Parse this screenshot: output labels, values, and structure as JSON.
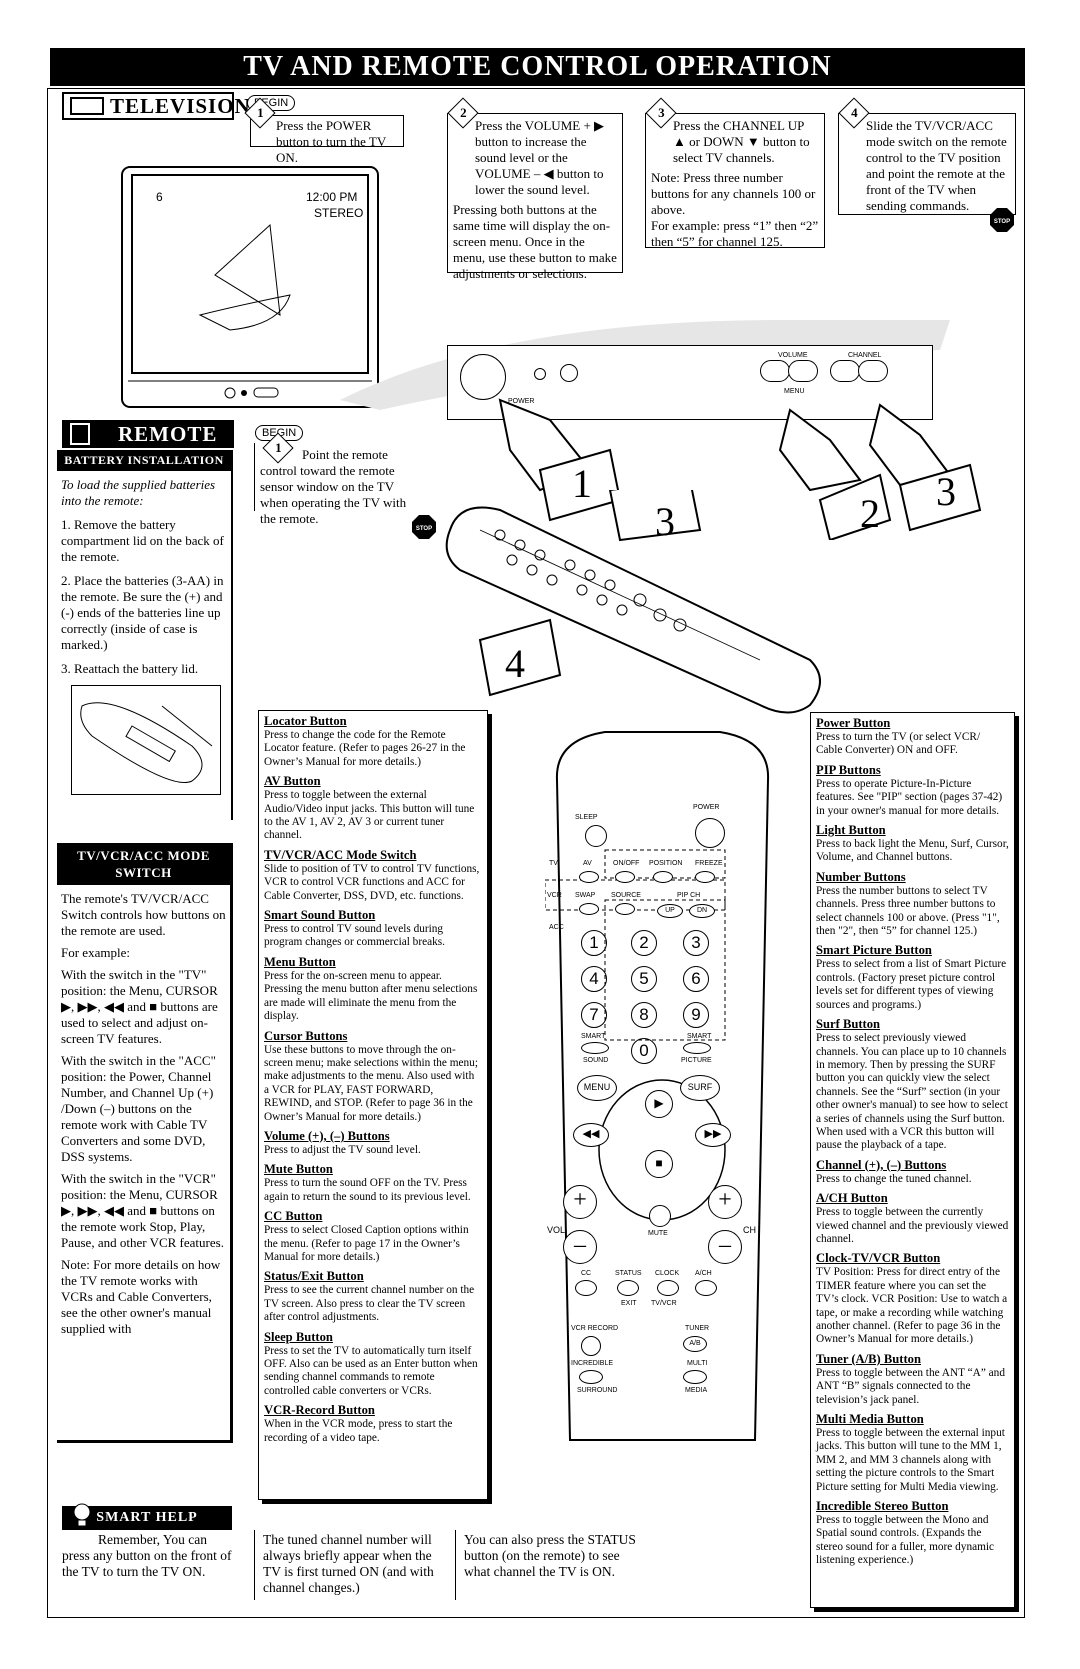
{
  "page_title": "TV AND REMOTE CONTROL OPERATION",
  "television_heading": "TELEVISION",
  "remote_heading": "REMOTE",
  "begin_label": "BEGIN",
  "stop_label": "STOP",
  "tv_screen": {
    "channel": "6",
    "time": "12:00 PM",
    "audio": "STEREO"
  },
  "tv_panel": {
    "power": "POWER",
    "volume": "VOLUME",
    "channel": "CHANNEL",
    "menu": "MENU"
  },
  "steps": [
    {
      "n": "1",
      "text": "Press the POWER button to turn the TV ON."
    },
    {
      "n": "2",
      "text": "Press the VOLUME + ▶ button to increase the sound level or the VOLUME – ◀ button to lower the sound level.",
      "text2": "Pressing both buttons at the same time will display the on-screen menu. Once in the menu, use these button to make adjustments or selections."
    },
    {
      "n": "3",
      "text": "Press the CHANNEL UP ▲ or DOWN ▼ button to select TV channels.",
      "text2": "Note: Press three number buttons for any channels 100 or above.",
      "text3": "For example: press “1” then “2” then “5” for channel 125."
    },
    {
      "n": "4",
      "text": "Slide the TV/VCR/ACC mode switch on the remote control to the TV position and point the remote at the front of the TV when sending commands."
    }
  ],
  "remote_step": {
    "n": "1",
    "text": "Point the remote control toward the remote sensor window on the TV when operating the TV with the remote."
  },
  "callout_numbers": [
    "1",
    "2",
    "3",
    "3",
    "4"
  ],
  "battery": {
    "title": "BATTERY INSTALLATION",
    "intro": "To load the supplied batteries into the remote:",
    "steps": [
      "1. Remove the battery compartment lid on the back of the remote.",
      "2. Place the batteries (3-AA) in the remote. Be sure the (+) and (-) ends of the batteries line up correctly (inside of case is marked.)",
      "3. Reattach the battery lid."
    ]
  },
  "mode_switch": {
    "title": "TV/VCR/ACC MODE SWITCH",
    "p1": "The remote's TV/VCR/ACC Switch controls how buttons on the remote are used.",
    "p2": "For example:",
    "p3": "With the switch in the \"TV\" position: the Menu, CURSOR ▶, ▶▶, ◀◀ and ■ buttons are used to select and adjust on-screen TV features.",
    "p4": "With the switch in the \"ACC\" position: the Power, Channel Number, and Channel Up (+) /Down (–) buttons on the remote work with Cable TV Converters and some DVD, DSS systems.",
    "p5": "With the switch in the \"VCR\" position: the Menu, CURSOR ▶, ▶▶, ◀◀ and ■ buttons on the remote work Stop, Play, Pause, and other VCR features.",
    "p6": "Note: For more details on how the TV remote works with VCRs and Cable Converters, see the other owner's manual supplied with"
  },
  "left_panel": [
    {
      "title": "Locator Button",
      "text": "Press to change the code for the Remote Locator feature. (Refer to pages 26-27 in the Owner’s Manual for more details.)"
    },
    {
      "title": "AV Button",
      "text": "Press to toggle between the external Audio/Video input jacks. This button will tune to the AV 1, AV 2, AV 3 or current tuner channel."
    },
    {
      "title": "TV/VCR/ACC Mode Switch",
      "text": "Slide to position of TV to control TV functions, VCR to control VCR functions and ACC for Cable Converter, DSS, DVD, etc. functions."
    },
    {
      "title": "Smart Sound Button",
      "text": "Press to control TV sound levels during program changes or commercial breaks."
    },
    {
      "title": "Menu Button",
      "text": "Press for the on-screen menu to appear. Pressing the menu button after menu selections are made will eliminate the menu from the display."
    },
    {
      "title": "Cursor Buttons",
      "text": "Use these buttons to move through the on-screen menu; make selections within the menu; make adjustments to the menu. Also used with a VCR for PLAY, FAST FORWARD, REWIND, and STOP. (Refer to page 36 in the Owner’s Manual for more details.)"
    },
    {
      "title": "Volume (+), (–) Buttons",
      "text": "Press to adjust the TV sound level."
    },
    {
      "title": "Mute Button",
      "text": "Press to turn the sound OFF on the TV. Press again to return the sound to its previous level."
    },
    {
      "title": "CC Button",
      "text": "Press to select Closed Caption options within the menu. (Refer to page 17 in the Owner’s Manual for more details.)"
    },
    {
      "title": "Status/Exit Button",
      "text": "Press to see the current channel number on the TV screen. Also press to clear the TV screen after control adjustments."
    },
    {
      "title": "Sleep Button",
      "text": "Press to set the TV to automatically turn itself OFF. Also can be used as an Enter button when sending channel commands to remote controlled cable converters or VCRs."
    },
    {
      "title": "VCR-Record Button",
      "text": "When in the VCR mode, press to start the recording of a video tape."
    }
  ],
  "right_panel": [
    {
      "title": "Power Button",
      "text": "Press to turn the TV (or select VCR/ Cable Converter) ON and OFF."
    },
    {
      "title": "PIP Buttons",
      "text": "Press to operate Picture-In-Picture features. See \"PIP\" section (pages 37-42) in your owner's manual for more details."
    },
    {
      "title": "Light Button",
      "text": "Press to back light the Menu, Surf, Cursor, Volume, and Channel buttons."
    },
    {
      "title": "Number Buttons",
      "text": "Press the number buttons to select TV channels. Press three number buttons to select channels 100 or above. (Press \"1\", then \"2\", then “5” for channel 125.)"
    },
    {
      "title": "Smart Picture Button",
      "text": "Press to select from a list of Smart Picture controls. (Factory preset picture control levels set for different types of viewing sources and programs.)"
    },
    {
      "title": "Surf Button",
      "text": "Press to select previously viewed channels. You can place up to 10 channels in memory. Then by pressing the SURF button you can quickly view the select channels. See the “Surf” section (in your other owner's manual) to see how to select a series of channels using the Surf button. When used with a VCR this button will pause the playback of a tape."
    },
    {
      "title": "Channel (+), (–) Buttons",
      "text": "Press to change the tuned channel."
    },
    {
      "title": "A/CH Button",
      "text": "Press to toggle between the currently viewed channel and the previously viewed channel."
    },
    {
      "title": "Clock-TV/VCR Button",
      "text": "TV Position: Press for direct entry of the TIMER feature where you can set the TV’s clock. VCR Position: Use to watch a tape, or make a recording while watching another channel. (Refer to page 36 in the Owner’s Manual for more details.)"
    },
    {
      "title": "Tuner (A/B) Button",
      "text": "Press to toggle between the ANT “A” and ANT “B” signals connected to the television’s jack panel."
    },
    {
      "title": "Multi Media Button",
      "text": "Press to toggle between the external input jacks. This button will tune to the MM 1, MM 2, and MM 3 channels along with setting the picture controls to the Smart Picture setting for Multi Media viewing."
    },
    {
      "title": "Incredible Stereo Button",
      "text": "Press to toggle between the Mono and Spatial sound controls. (Expands the stereo sound for a fuller, more dynamic listening experience.)"
    }
  ],
  "remote_labels": {
    "sleep": "SLEEP",
    "power": "POWER",
    "tv": "TV",
    "vcr": "VCR",
    "acc": "ACC",
    "av": "AV",
    "onoff": "ON/OFF",
    "position": "POSITION",
    "freeze": "FREEZE",
    "swap": "SWAP",
    "source": "SOURCE",
    "pipch": "PIP CH",
    "up": "UP",
    "dn": "DN",
    "smart": "SMART",
    "sound": "SOUND",
    "picture": "PICTURE",
    "menu": "MENU",
    "surf": "SURF",
    "vol": "VOL",
    "ch": "CH",
    "mute": "MUTE",
    "cc": "CC",
    "status": "STATUS",
    "clock": "CLOCK",
    "ach": "A/CH",
    "exit": "EXIT",
    "tvvcr": "TV/VCR",
    "vcrrecord": "VCR RECORD",
    "tuner": "TUNER",
    "ab": "A/B",
    "incredible": "INCREDIBLE",
    "multi": "MULTI",
    "surround": "SURROUND",
    "media": "MEDIA",
    "numbers": [
      "1",
      "2",
      "3",
      "4",
      "5",
      "6",
      "7",
      "8",
      "9",
      "0"
    ]
  },
  "smart_help": {
    "title": "SMART HELP",
    "tips": [
      "Remember, You can press any button on the front of the TV to turn the TV ON.",
      "The tuned channel number will always briefly appear when the TV is first turned ON (and with channel changes.)",
      "You can also press the STATUS button (on the remote) to see what channel the TV is ON."
    ]
  }
}
